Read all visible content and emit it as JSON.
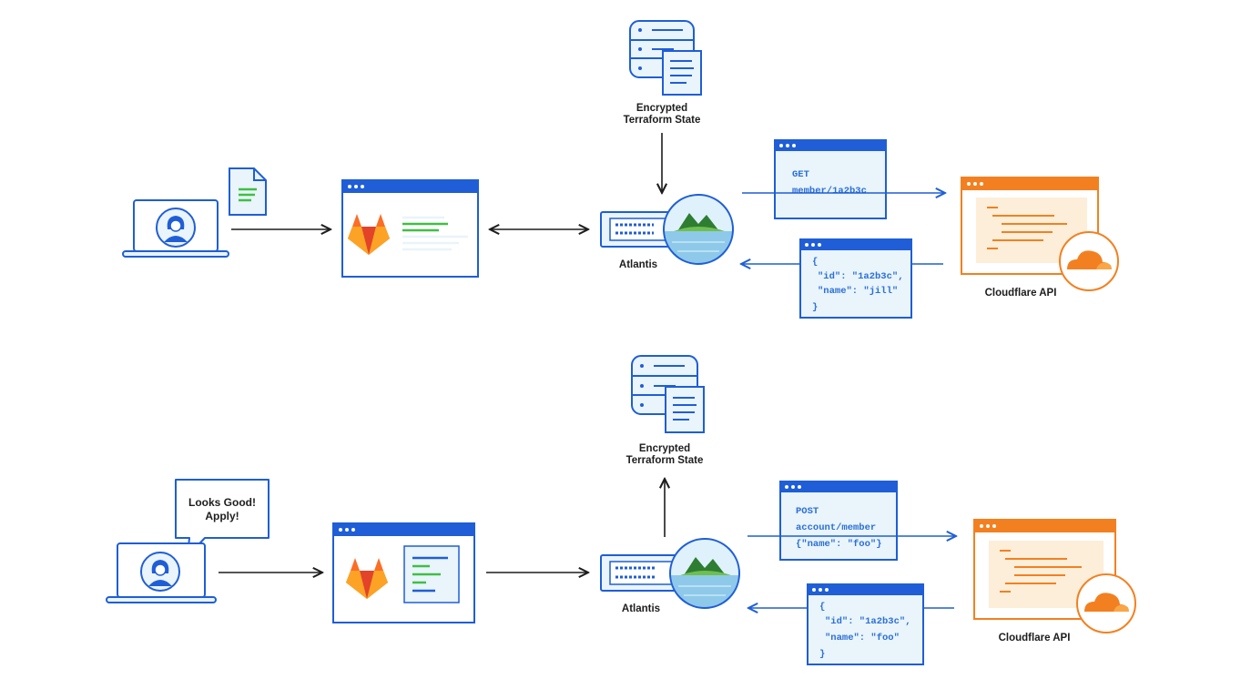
{
  "colors": {
    "blue": "#1f5ed6",
    "light_blue": "#e9f4fb",
    "orange": "#f38020",
    "light_orange": "#fdeed9",
    "green": "#3fbf43",
    "arrow_dark": "#1d1d1d"
  },
  "icons": [
    "laptop-icon",
    "user-avatar-icon",
    "document-icon",
    "gitlab-icon",
    "browser-window-icon",
    "database-icon",
    "atlantis-island-icon",
    "cloudflare-cloud-icon",
    "speech-bubble-icon"
  ],
  "top": {
    "state_label_line1": "Encrypted",
    "state_label_line2": "Terraform State",
    "atlantis_label": "Atlantis",
    "cloudflare_label": "Cloudflare API",
    "request_lines": [
      "GET",
      "member/1a2b3c"
    ],
    "response_lines": [
      "{",
      "\"id\": \"1a2b3c\",",
      "\"name\": \"jill\"",
      "}"
    ]
  },
  "bottom": {
    "bubble_line1": "Looks Good!",
    "bubble_line2": "Apply!",
    "state_label_line1": "Encrypted",
    "state_label_line2": "Terraform State",
    "atlantis_label": "Atlantis",
    "cloudflare_label": "Cloudflare API",
    "request_lines": [
      "POST",
      "account/member",
      "{\"name\": \"foo\"}"
    ],
    "response_lines": [
      "{",
      "\"id\": \"1a2b3c\",",
      "\"name\": \"foo\"",
      "}"
    ]
  }
}
